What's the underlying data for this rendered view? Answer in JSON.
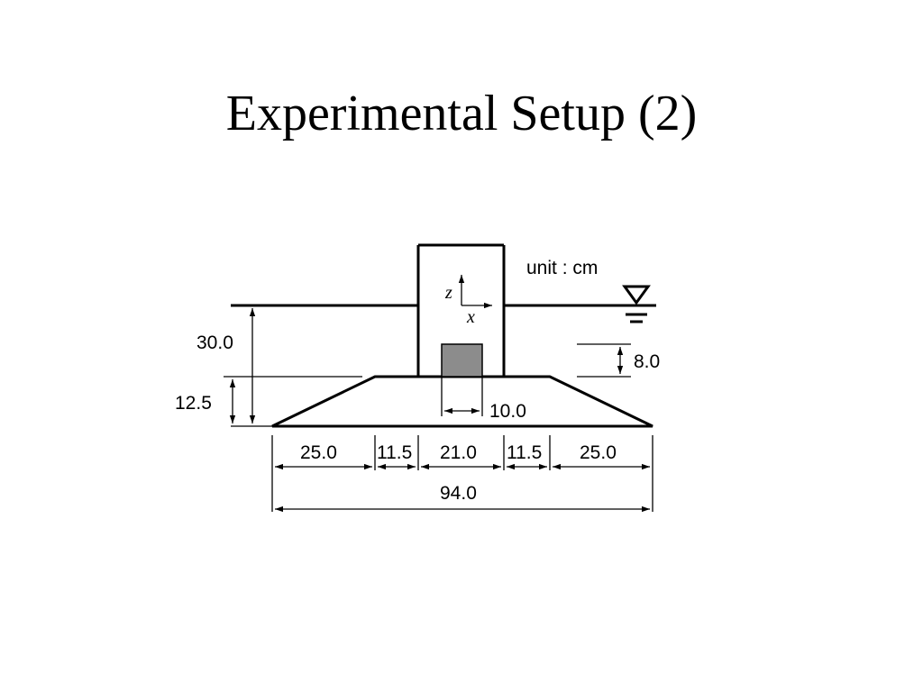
{
  "slide": {
    "title": "Experimental Setup (2)"
  },
  "diagram": {
    "unit_label": "unit : cm",
    "axis_z": "z",
    "axis_x": "x",
    "dims": {
      "water_depth": "30.0",
      "base_height": "12.5",
      "object_height": "8.0",
      "object_width": "10.0",
      "left_foot": "25.0",
      "left_slope": "11.5",
      "crest": "21.0",
      "right_slope": "11.5",
      "right_foot": "25.0",
      "total": "94.0"
    },
    "object_fill": "#8c8c8c"
  }
}
